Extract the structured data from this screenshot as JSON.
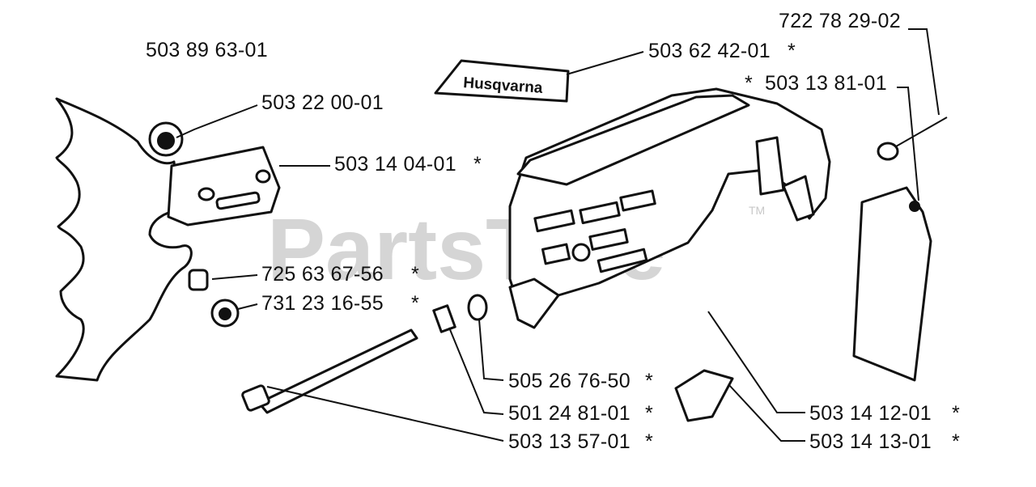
{
  "watermark": {
    "text": "PartsTree",
    "trademark": "TM"
  },
  "logo": {
    "text": "Husqvarna"
  },
  "callouts": [
    {
      "part": "503 89 63-01",
      "asterisk": ""
    },
    {
      "part": "503 22 00-01",
      "asterisk": ""
    },
    {
      "part": "503 14 04-01",
      "asterisk": "*"
    },
    {
      "part": "725 63 67-56",
      "asterisk": "*"
    },
    {
      "part": "731 23 16-55",
      "asterisk": "*"
    },
    {
      "part": "503 62 42-01",
      "asterisk": "*"
    },
    {
      "part": "722 78 29-02",
      "asterisk": ""
    },
    {
      "part": "503 13 81-01",
      "asterisk": "*"
    },
    {
      "part": "505 26 76-50",
      "asterisk": "*"
    },
    {
      "part": "501 24 81-01",
      "asterisk": "*"
    },
    {
      "part": "503 13 57-01",
      "asterisk": "*"
    },
    {
      "part": "503 14 12-01",
      "asterisk": "*"
    },
    {
      "part": "503 14 13-01",
      "asterisk": "*"
    }
  ]
}
